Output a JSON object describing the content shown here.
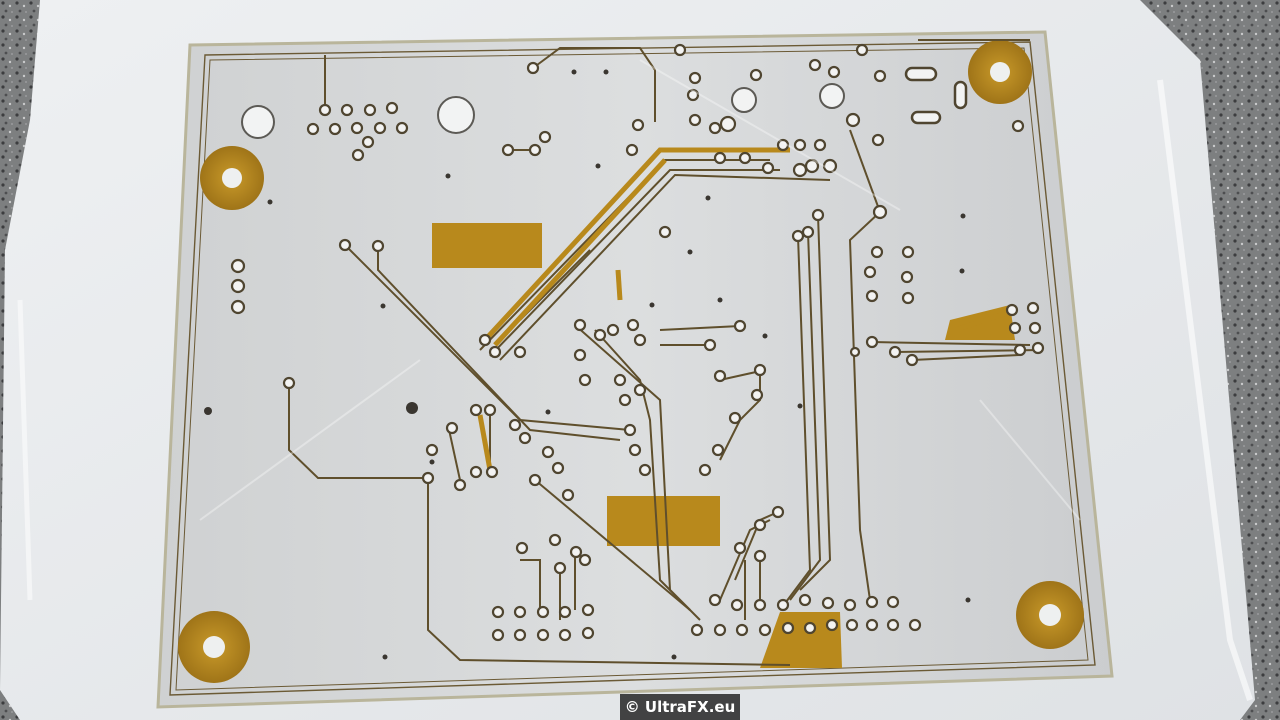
{
  "scene": {
    "subject": "etched-pcb-copper-side",
    "background": "granite-countertop-under-white-plastic-film",
    "colors": {
      "granite": "#7d7f80",
      "paper": "#eceef0",
      "board": "#d7d9da",
      "copper": "#b8891c",
      "trace_edge": "#5a4a2a"
    }
  },
  "watermark": {
    "text": "© UltraFX.eu"
  }
}
